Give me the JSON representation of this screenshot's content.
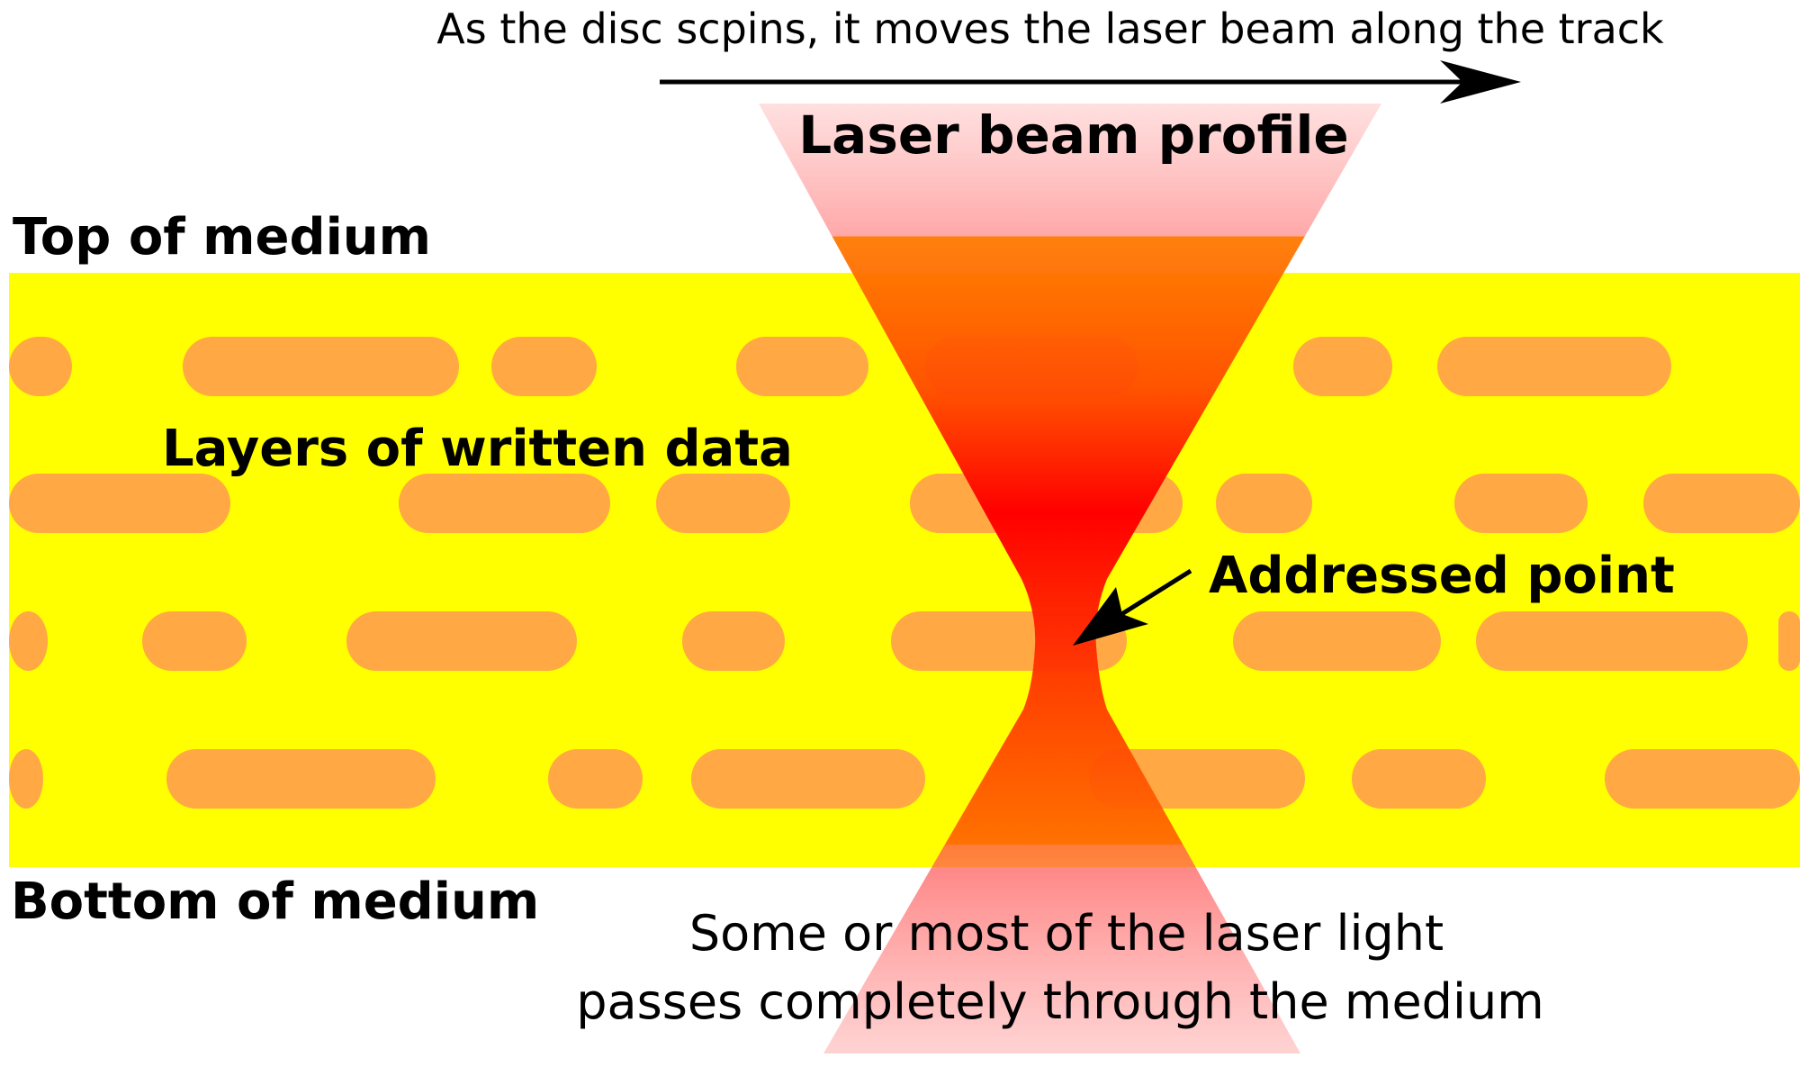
{
  "labels": {
    "motion_caption": "As the disc scpins, it moves the laser beam along the track",
    "beam_title": "Laser beam profile",
    "top_medium": "Top of medium",
    "data_layers": "Layers of written data",
    "addressed_point": "Addressed point",
    "bottom_medium": "Bottom of medium",
    "passthrough_line1": "Some or most of the laser light",
    "passthrough_line2": "passes completely through the medium"
  },
  "colors": {
    "medium": "#ffff00",
    "data_mark": "#ffa844",
    "beam_edge": "#ffb0b0",
    "beam_mid": "#ff7a00",
    "beam_focus": "#ff0000",
    "text": "#000000"
  }
}
